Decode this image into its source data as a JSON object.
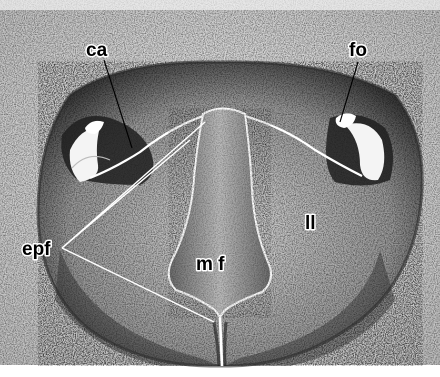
{
  "figure": {
    "labels": {
      "ca": "ca",
      "fo": "fo",
      "epf": "epf",
      "mf": "m f",
      "ll": "ll"
    },
    "colors": {
      "background": "#ffffff",
      "tissue_light": "#cfcfcf",
      "tissue_dark": "#3a3a3a",
      "furrow": "#ffffff",
      "ink": "#000000"
    }
  }
}
